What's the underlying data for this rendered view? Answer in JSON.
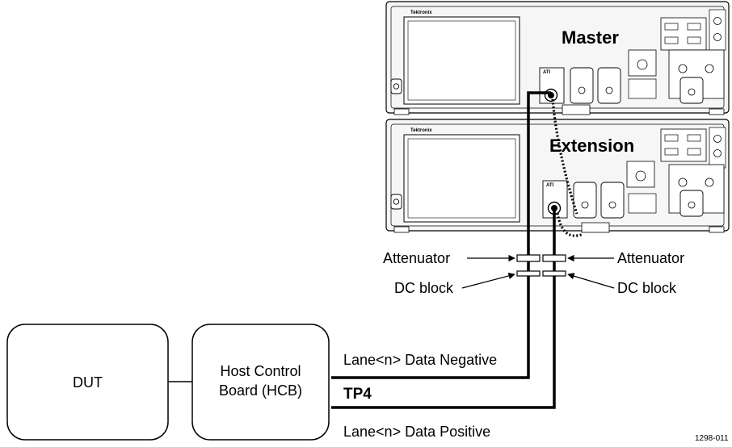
{
  "instruments": {
    "master": {
      "label": "Master",
      "brand": "Tektronix",
      "port": "ATI"
    },
    "extension": {
      "label": "Extension",
      "brand": "Tektronix",
      "port": "ATI"
    }
  },
  "inline_components": {
    "attenuator_left": "Attenuator",
    "attenuator_right": "Attenuator",
    "dc_block_left": "DC block",
    "dc_block_right": "DC block"
  },
  "boxes": {
    "dut": "DUT",
    "hcb_line1": "Host Control",
    "hcb_line2": "Board (HCB)"
  },
  "signals": {
    "negative": "Lane<n> Data Negative",
    "tp4": "TP4",
    "positive": "Lane<n> Data Positive"
  },
  "figure_id": "1298-011",
  "colors": {
    "ink": "#000000",
    "panel": "#f4f4f4",
    "screen": "#ffffff"
  }
}
